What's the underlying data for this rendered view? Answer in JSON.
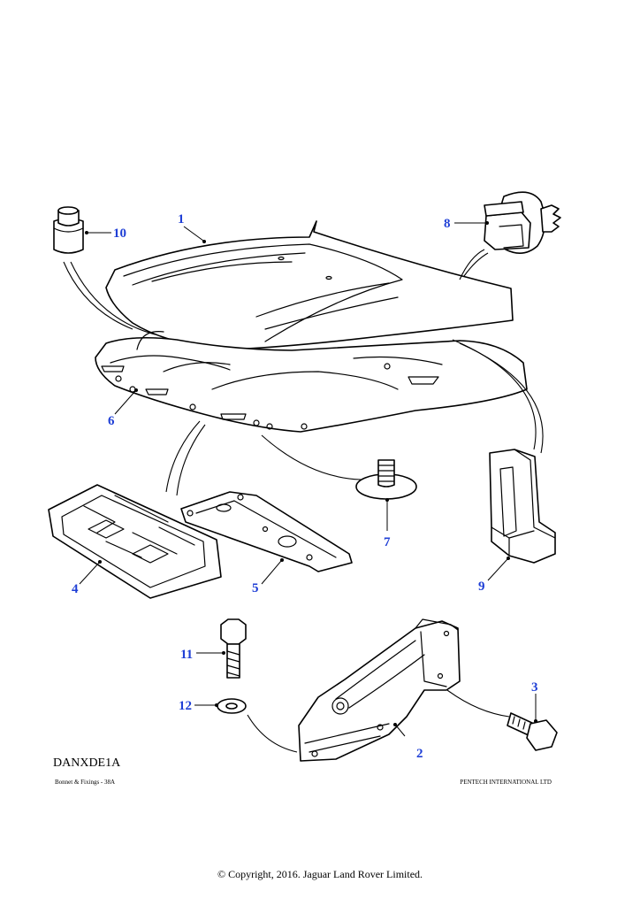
{
  "diagram": {
    "callouts": {
      "c1": "1",
      "c2": "2",
      "c3": "3",
      "c4": "4",
      "c5": "5",
      "c6": "6",
      "c7": "7",
      "c8": "8",
      "c9": "9",
      "c10": "10",
      "c11": "11",
      "c12": "12"
    },
    "reference_code": "DANXDE1A",
    "footer_left": "Bonnet & Fixings - 38A",
    "footer_right": "PENTECH INTERNATIONAL LTD",
    "copyright": "© Copyright, 2016. Jaguar Land Rover Limited."
  },
  "colors": {
    "callout_blue": "#1f3fd6",
    "line": "#000000",
    "background": "#ffffff"
  }
}
